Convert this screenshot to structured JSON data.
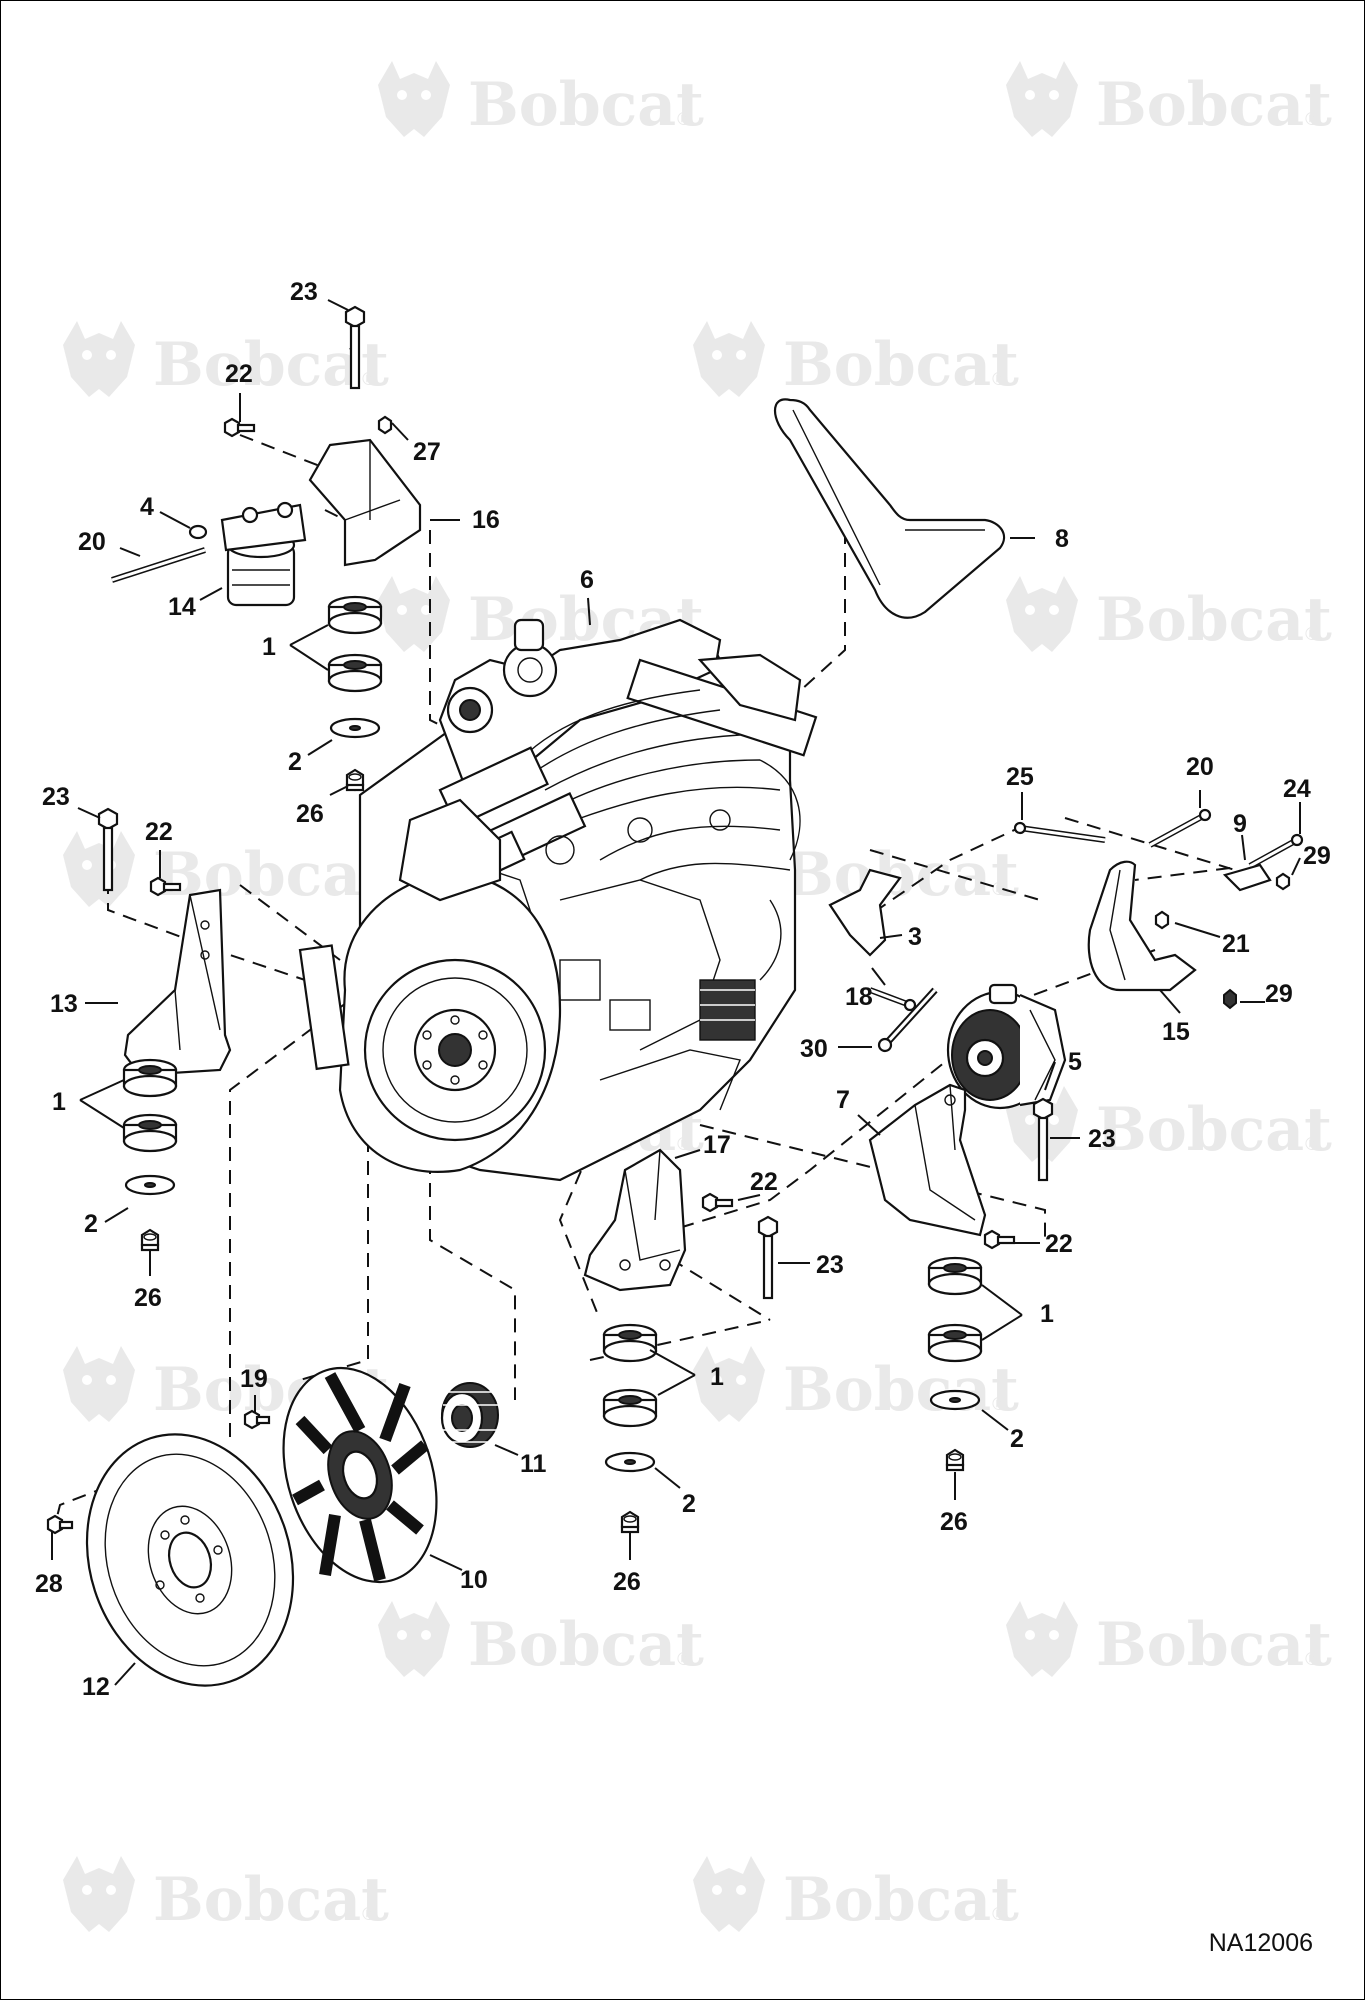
{
  "figure_id": "NA12006",
  "watermark": {
    "text": "Bobcat",
    "mark": "®",
    "icon": "bobcat-head-icon",
    "color": "#e9e9e9"
  },
  "callouts": {
    "c23a": "23",
    "c22a": "22",
    "c27": "27",
    "c16": "16",
    "c4": "4",
    "c20a": "20",
    "c14": "14",
    "c1a": "1",
    "c2a": "2",
    "c26a": "26",
    "c6": "6",
    "c8": "8",
    "c23b": "23",
    "c22b": "22",
    "c13": "13",
    "c1b": "1",
    "c2b": "2",
    "c26b": "26",
    "c25": "25",
    "c20b": "20",
    "c24": "24",
    "c9": "9",
    "c29a": "29",
    "c21": "21",
    "c29b": "29",
    "c15": "15",
    "c3": "3",
    "c18": "18",
    "c30": "30",
    "c5": "5",
    "c7": "7",
    "c23c": "23",
    "c22c": "22",
    "c17": "17",
    "c22d": "22",
    "c23d": "23",
    "c1c": "1",
    "c2c": "2",
    "c26c": "26",
    "c1d": "1",
    "c2d": "2",
    "c26d": "26",
    "c19": "19",
    "c11": "11",
    "c10": "10",
    "c28": "28",
    "c12": "12"
  }
}
